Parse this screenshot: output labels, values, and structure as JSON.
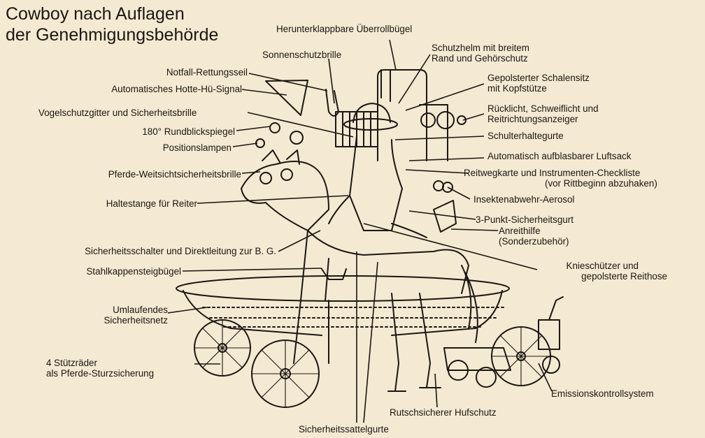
{
  "title": {
    "line1": "Cowboy nach Auflagen",
    "line2": "der Genehmigungsbehörde"
  },
  "labels": {
    "ueberrollbuegel": [
      "Herunterklappbare Überrollbügel"
    ],
    "sonnenschutzbrille": [
      "Sonnenschutzbrille"
    ],
    "schutzhelm": [
      "Schutzhelm mit breitem",
      "Rand und Gehörschutz"
    ],
    "rettungsseil": [
      "Notfall-Rettungsseil"
    ],
    "hotte_hu": [
      "Automatisches Hotte-Hü-Signal"
    ],
    "schalensitz": [
      "Gepolsterter Schalensitz",
      "mit Kopfstütze"
    ],
    "vogelschutz": [
      "Vogelschutzgitter und Sicherheitsbrille"
    ],
    "ruecklicht": [
      "Rücklicht, Schweiflicht und",
      "Reitrichtungsanzeiger"
    ],
    "rundblickspiegel": [
      "180° Rundblickspiegel"
    ],
    "schulterhaltegurte": [
      "Schulterhaltegurte"
    ],
    "positionslampen": [
      "Positionslampen"
    ],
    "luftsack": [
      "Automatisch aufblasbarer Luftsack"
    ],
    "weitsicht": [
      "Pferde-Weitsichtsicherheitsbrille"
    ],
    "reitwegkarte": [
      "Reitwegkarte und Instrumenten-Checkliste",
      "(vor Rittbeginn abzuhaken)"
    ],
    "insektenabwehr": [
      "Insektenabwehr-Aerosol"
    ],
    "haltestange": [
      "Haltestange für Reiter"
    ],
    "dreipunkt": [
      "3-Punkt-Sicherheitsgurt"
    ],
    "anreithilfe": [
      "Anreithilfe",
      "(Sonderzubehör)"
    ],
    "sicherheitsschalter": [
      "Sicherheitsschalter und Direktleitung zur B. G."
    ],
    "stahlkappen": [
      "Stahlkappensteigbügel"
    ],
    "kniesschuetzer": [
      "Knieschützer und",
      "gepolsterte Reithose"
    ],
    "sicherheitsnetz": [
      "Umlaufendes",
      "Sicherheitsnetz"
    ],
    "stuetzraeder": [
      "4 Stützräder",
      "als Pferde-Sturzsicherung"
    ],
    "emission": [
      "Emissionskontrollsystem"
    ],
    "hufschutz": [
      "Rutschsicherer Hufschutz"
    ],
    "sattelgurte": [
      "Sicherheitssattelgurte"
    ]
  },
  "colors": {
    "paper": "#f4e9d2",
    "ink": "#1b1610"
  }
}
